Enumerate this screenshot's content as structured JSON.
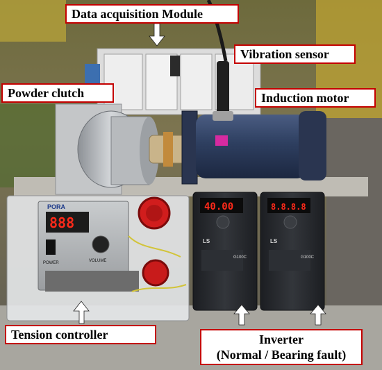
{
  "labels": {
    "data_acquisition": "Data acquisition Module",
    "vibration_sensor": "Vibration sensor",
    "powder_clutch": "Powder clutch",
    "induction_motor": "Induction motor",
    "tension_controller": "Tension controller",
    "inverter_line1": "Inverter",
    "inverter_line2": "(Normal / Bearing fault)"
  },
  "device_text": {
    "controller_brand": "PORA",
    "controller_display": "888",
    "controller_power": "POWER",
    "controller_volume": "VOLUME",
    "inverter_left_display": "40.00",
    "inverter_right_display": "8.8.8.8",
    "inverter_logo": "LS",
    "inverter_model": "G100C"
  },
  "colors": {
    "label_border": "#c40000",
    "label_fill": "#ffffff",
    "motor_body": "#2e3f60",
    "inverter_body": "#25272b",
    "controller_panel": "#a7aaad",
    "led_red": "#ff2a1a"
  }
}
